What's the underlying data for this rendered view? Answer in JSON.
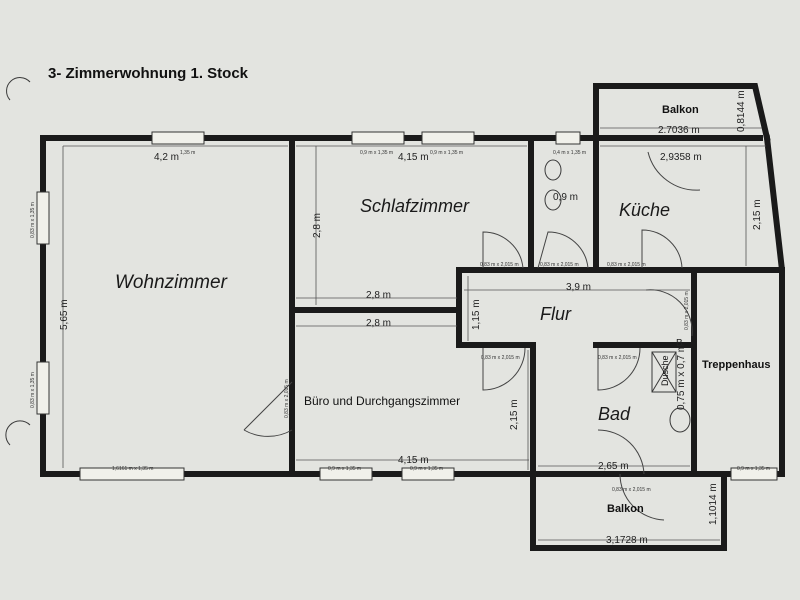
{
  "title": "3- Zimmerwohnung 1. Stock",
  "rooms": {
    "wohnzimmer": "Wohnzimmer",
    "schlafzimmer": "Schlafzimmer",
    "kueche": "Küche",
    "flur": "Flur",
    "buero": "Büro und Durchgangszimmer",
    "bad": "Bad",
    "treppenhaus": "Treppenhaus",
    "balkon_top": "Balkon",
    "balkon_bottom": "Balkon",
    "dusche": "Dusche"
  },
  "dimensions": {
    "wohn_width": "4,2 m",
    "wohn_height": "5,65 m",
    "schlaf_width": "4,15 m",
    "schlaf_height": "2,8 m",
    "schlaf_bottom": "2,8 m",
    "buero_top": "2,8 m",
    "buero_width": "4,15 m",
    "buero_height": "2,15 m",
    "wc_width": "0,9 m",
    "balkon_top_width": "2.7036 m",
    "balkon_top_height": "0,8144 m",
    "kueche_width": "2,9358 m",
    "kueche_height": "2,15 m",
    "flur_width": "3,9 m",
    "flur_height": "1,15 m",
    "bad_width": "2,65 m",
    "dusche_size": "0,75 m x 0,7 m",
    "dusche_b": "B",
    "balkon_bottom_width": "3,1728 m",
    "balkon_bottom_height": "1,1014 m"
  },
  "labels": {
    "win_top1": "1,35 m",
    "win_top2": "0,9 m x 1,35 m",
    "win_top3": "0,9 m x 1,35 m",
    "win_top4": "0,4 m x 1,35 m",
    "win_left1": "0,83 m x 1,35 m",
    "win_left2": "0,83 m x 1,35 m",
    "win_bot1": "1,6161 m x 1,35 m",
    "win_bot2": "0,9 m x 1,35 m",
    "win_bot3": "0,9 m x 1,35 m",
    "win_bot4": "0,9 m x 1,35 m",
    "door_wohn": "0,83 m x 2,015 m",
    "door_schlaf": "0,83 m x 2,015 m",
    "door_wc": "0,83 m x 2,015 m",
    "door_kueche": "0,83 m x 2,015 m",
    "door_trepp": "0,83 m x 2,015 m",
    "door_buero": "0,83 m x 2,015 m",
    "door_bad": "0,83 m x 2,015 m",
    "door_balkon": "0,83 m x 2,015 m"
  }
}
